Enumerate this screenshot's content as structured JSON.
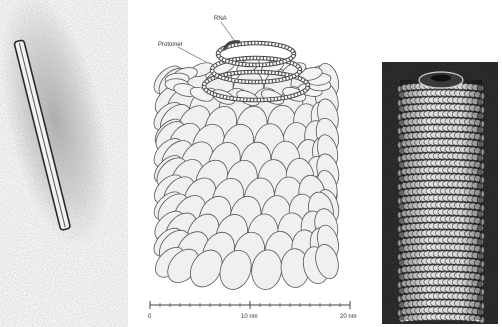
{
  "figure": {
    "panels": [
      {
        "id": "left",
        "description_name": "tobacco-mosaic-virus-micrograph"
      },
      {
        "id": "middle",
        "description_name": "tmv-structure-diagram"
      },
      {
        "id": "right",
        "description_name": "tmv-model-photo"
      }
    ],
    "labels": {
      "rna": "RNA",
      "protomer": "Protomer"
    },
    "scale_bar": {
      "tick_0": "0",
      "tick_1": "10 nm",
      "tick_2": "20 nm"
    }
  },
  "colors": {
    "background": "#ffffff",
    "ink": "#4a4a4a",
    "capsid_fill": "#eeeeee",
    "micrograph_noise": "#8a8a8a",
    "model_bg": "#202020",
    "model_fill": "#d8d8d8"
  }
}
